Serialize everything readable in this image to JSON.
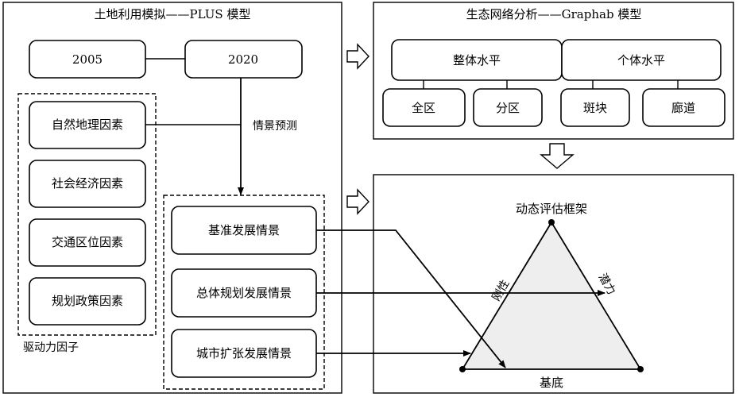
{
  "plus_panel": {
    "title": "土地利用模拟——PLUS 模型",
    "year_a": "2005",
    "year_b": "2020",
    "scenario_label": "情景预测",
    "drivers_label": "驱动力因子",
    "drivers": [
      "自然地理因素",
      "社会经济因素",
      "交通区位因素",
      "规划政策因素"
    ],
    "scenarios": [
      "基准发展情景",
      "总体规划发展情景",
      "城市扩张发展情景"
    ]
  },
  "graphab_panel": {
    "title": "生态网络分析——Graphab 模型",
    "overall": "整体水平",
    "individual": "个体水平",
    "whole_region": "全区",
    "sub_region": "分区",
    "patch": "斑块",
    "corridor": "廊道"
  },
  "framework_panel": {
    "title": "动态评估框架",
    "left_edge": "刚性",
    "right_edge": "潜力",
    "base": "基底",
    "triangle_fill": "#eeeeee"
  }
}
